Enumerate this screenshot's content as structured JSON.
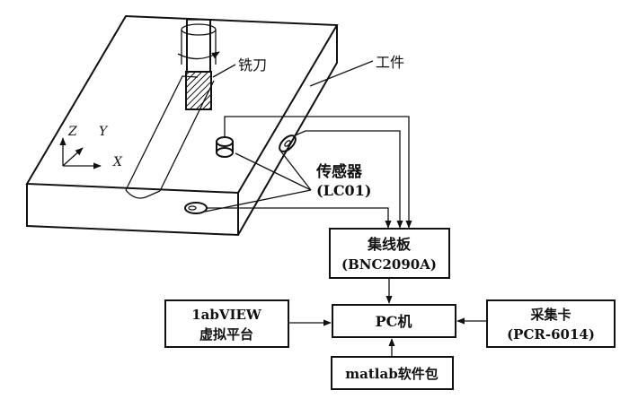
{
  "labels": {
    "milling_cutter": "铣刀",
    "workpiece": "工件",
    "sensor": "传感器",
    "sensor_model": "(LC01)",
    "axis_z": "Z",
    "axis_y": "Y",
    "axis_x": "X"
  },
  "boxes": {
    "board": {
      "line1": "集线板",
      "line2": "(BNC2090A)"
    },
    "pc": {
      "line1": "PC机"
    },
    "labview": {
      "line1": "1abVIEW",
      "line2": "虚拟平台"
    },
    "daq": {
      "line1": "采集卡",
      "line2": "(PCR-6014)"
    },
    "matlab": {
      "line1": "matlab软件包"
    }
  }
}
